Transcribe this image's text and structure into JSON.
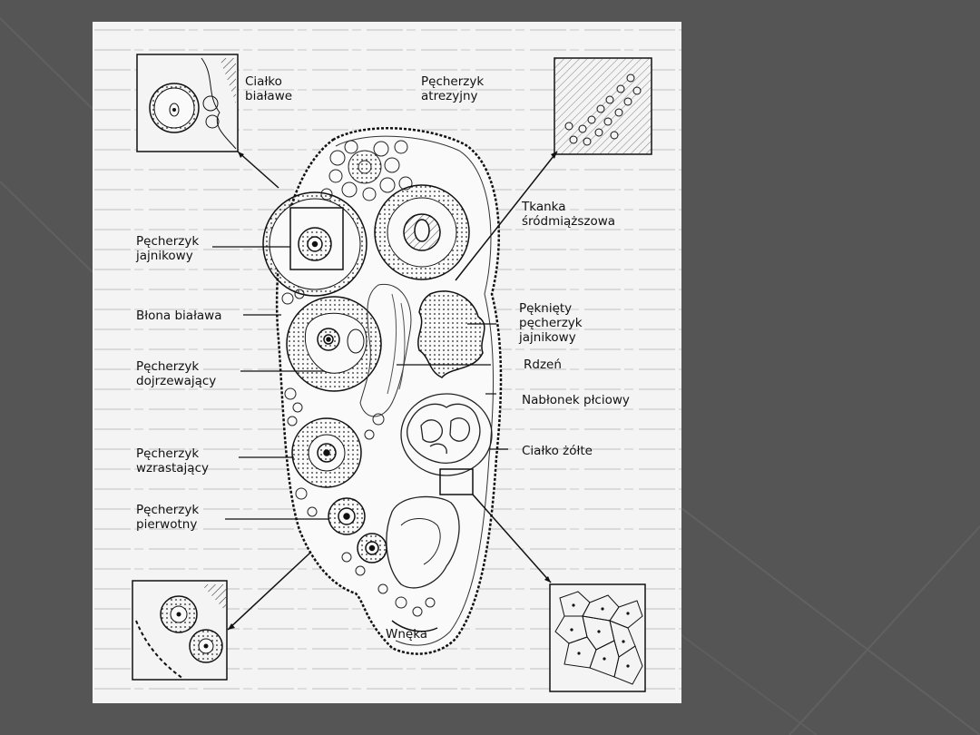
{
  "colors": {
    "background": "#555555",
    "panel": "#f4f4f4",
    "ink": "#111111"
  },
  "labels": {
    "cialko_bialawe": [
      "Ciałko",
      "białawe"
    ],
    "pecherzyk_atrezyjny": [
      "Pęcherzyk",
      "atrezyjny"
    ],
    "tkanka": [
      "Tkanka",
      "śródmiąższowa"
    ],
    "pecherzyk_jajnikowy": [
      "Pęcherzyk",
      "jajnikowy"
    ],
    "blona_bialawa": [
      "Błona biaława"
    ],
    "pekniety": [
      "Pęknięty",
      "pęcherzyk",
      "jajnikowy"
    ],
    "pecherzyk_dojrzewajacy": [
      "Pęcherzyk",
      "dojrzewający"
    ],
    "rdzen": [
      "Rdzeń"
    ],
    "nablonek": [
      "Nabłonek płciowy"
    ],
    "pecherzyk_wzrastajacy": [
      "Pęcherzyk",
      "wzrastający"
    ],
    "cialko_zolte": [
      "Ciałko żółte"
    ],
    "pecherzyk_pierwotny": [
      "Pęcherzyk",
      "pierwotny"
    ],
    "wneka": [
      "Wnęka"
    ]
  }
}
